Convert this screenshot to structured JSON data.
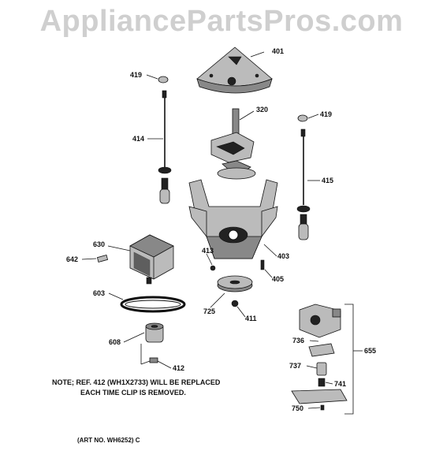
{
  "watermark": "AppliancePartsPros.com",
  "note_line1": "NOTE; REF. 412 (WH1X2733) WILL BE REPLACED",
  "note_line2": "EACH TIME CLIP IS REMOVED.",
  "art_no": "(ART NO. WH6252) C",
  "callouts": {
    "p401": "401",
    "p419a": "419",
    "p320": "320",
    "p419b": "419",
    "p414": "414",
    "p415": "415",
    "p630": "630",
    "p642": "642",
    "p413": "413",
    "p403": "403",
    "p405": "405",
    "p603": "603",
    "p725": "725",
    "p411": "411",
    "p608": "608",
    "p412": "412",
    "p655": "655",
    "p736": "736",
    "p737": "737",
    "p741": "741",
    "p750": "750"
  }
}
